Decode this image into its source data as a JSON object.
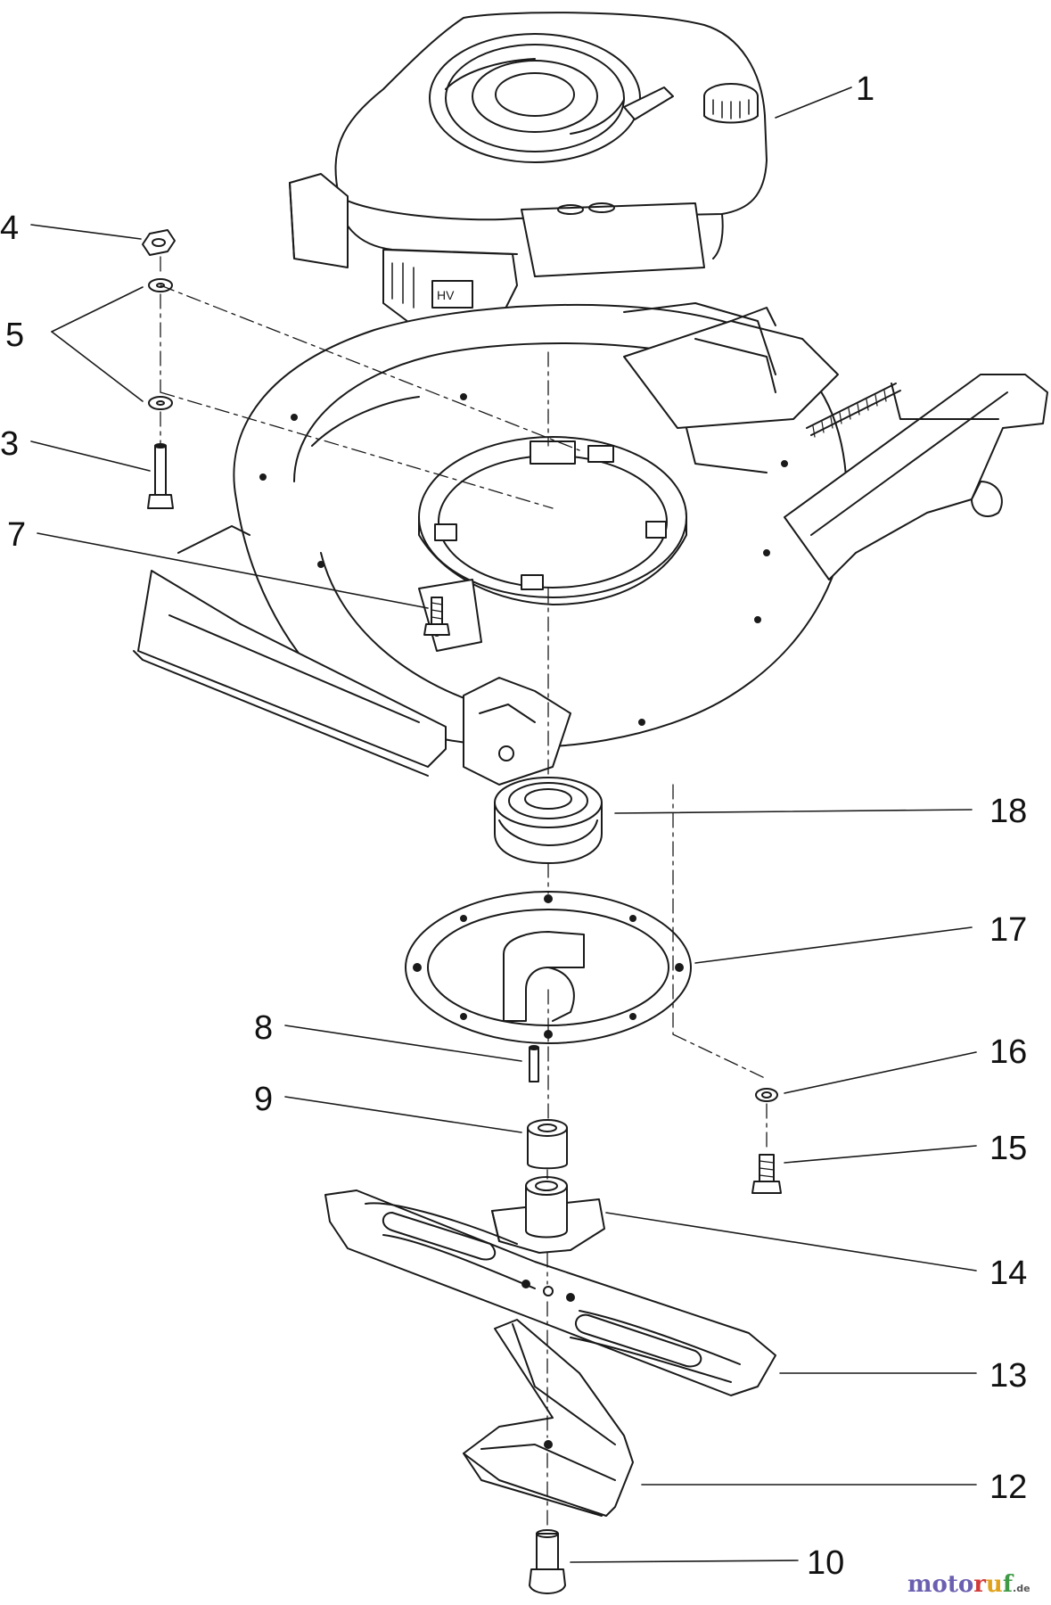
{
  "callouts": [
    {
      "id": "1",
      "label": "1"
    },
    {
      "id": "3",
      "label": "3"
    },
    {
      "id": "4",
      "label": "4"
    },
    {
      "id": "5",
      "label": "5"
    },
    {
      "id": "7",
      "label": "7"
    },
    {
      "id": "8",
      "label": "8"
    },
    {
      "id": "9",
      "label": "9"
    },
    {
      "id": "10",
      "label": "10"
    },
    {
      "id": "12",
      "label": "12"
    },
    {
      "id": "13",
      "label": "13"
    },
    {
      "id": "14",
      "label": "14"
    },
    {
      "id": "15",
      "label": "15"
    },
    {
      "id": "16",
      "label": "16"
    },
    {
      "id": "17",
      "label": "17"
    },
    {
      "id": "18",
      "label": "18"
    }
  ],
  "watermark": {
    "letters": [
      "m",
      "o",
      "t",
      "o",
      "r",
      "u",
      "f"
    ],
    "suffix": ".de",
    "letter_colors": [
      "#6a5fb0",
      "#6a5fb0",
      "#6a5fb0",
      "#6a5fb0",
      "#d23a3a",
      "#e0a21c",
      "#3e9a44"
    ]
  },
  "colors": {
    "line": "#1a1a1a",
    "text": "#111111"
  }
}
